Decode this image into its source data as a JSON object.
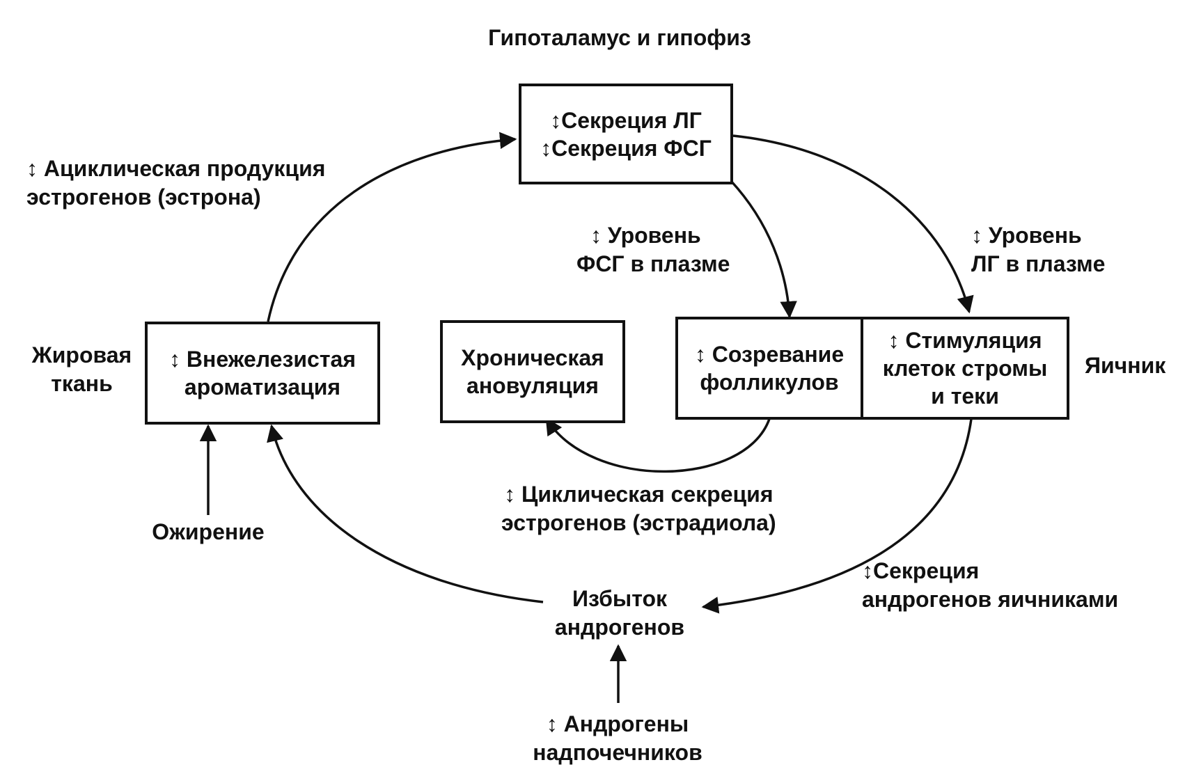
{
  "header": "Гипоталамус и гипофиз",
  "pituitary_box": [
    "↕Секреция ЛГ",
    "↕Секреция ФСГ"
  ],
  "aromatization_box": [
    "↕ Внежелезистая",
    "ароматизация"
  ],
  "anovulation_box": [
    "Хроническая",
    "ановуляция"
  ],
  "follicle_box": [
    "↕ Созревание",
    "фолликулов"
  ],
  "stroma_box": [
    "↕ Стимуляция",
    "клеток стромы",
    "и теки"
  ],
  "labels": {
    "acyclic": [
      "↕ Ациклическая продукция",
      "эстрогенов (эстрона)"
    ],
    "fsh_level": [
      "↕ Уровень",
      "ФСГ в плазме"
    ],
    "lh_level": [
      "↕ Уровень",
      "ЛГ в плазме"
    ],
    "adipose": [
      "Жировая",
      "ткань"
    ],
    "ovary": "Яичник",
    "cyclic": [
      "↕ Циклическая секреция",
      "эстрогенов (эстрадиола)"
    ],
    "obesity": "Ожирение",
    "ovarian_androgens": [
      "↕Секреция",
      "андрогенов яичниками"
    ],
    "androgen_excess": [
      "Избыток",
      "андрогенов"
    ],
    "adrenal_androgens": [
      "↕ Андрогены",
      "надпочечников"
    ]
  }
}
